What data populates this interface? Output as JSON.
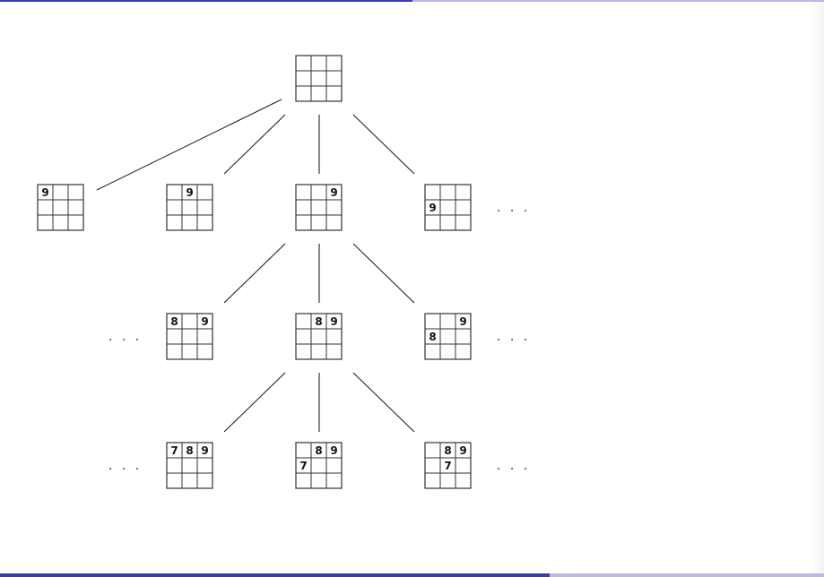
{
  "colors": {
    "bar_dark": "#3b3bb8",
    "bar_light": "#b9b9e6",
    "line": "#222222",
    "grid": "#333333"
  },
  "ellipsis": ". . .",
  "nodes": [
    {
      "id": "root",
      "cells": [
        "",
        "",
        "",
        "",
        "",
        "",
        "",
        "",
        ""
      ]
    },
    {
      "id": "l1-a",
      "cells": [
        "9",
        "",
        "",
        "",
        "",
        "",
        "",
        "",
        ""
      ]
    },
    {
      "id": "l1-b",
      "cells": [
        "",
        "9",
        "",
        "",
        "",
        "",
        "",
        "",
        ""
      ]
    },
    {
      "id": "l1-c",
      "cells": [
        "",
        "",
        "9",
        "",
        "",
        "",
        "",
        "",
        ""
      ]
    },
    {
      "id": "l1-d",
      "cells": [
        "",
        "",
        "",
        "9",
        "",
        "",
        "",
        "",
        ""
      ]
    },
    {
      "id": "l2-a",
      "cells": [
        "8",
        "",
        "9",
        "",
        "",
        "",
        "",
        "",
        ""
      ]
    },
    {
      "id": "l2-b",
      "cells": [
        "",
        "8",
        "9",
        "",
        "",
        "",
        "",
        "",
        ""
      ]
    },
    {
      "id": "l2-c",
      "cells": [
        "",
        "",
        "9",
        "8",
        "",
        "",
        "",
        "",
        ""
      ]
    },
    {
      "id": "l3-a",
      "cells": [
        "7",
        "8",
        "9",
        "",
        "",
        "",
        "",
        "",
        ""
      ]
    },
    {
      "id": "l3-b",
      "cells": [
        "",
        "8",
        "9",
        "7",
        "",
        "",
        "",
        "",
        ""
      ]
    },
    {
      "id": "l3-c",
      "cells": [
        "",
        "8",
        "9",
        "",
        "7",
        "",
        "",
        "",
        ""
      ]
    }
  ]
}
